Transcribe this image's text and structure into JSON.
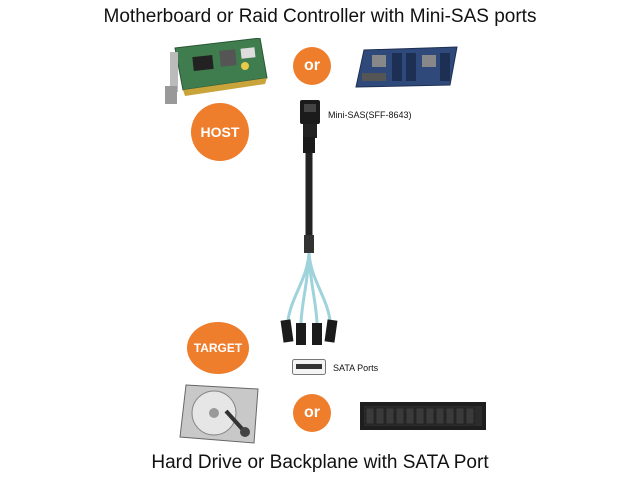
{
  "titles": {
    "top": "Motherboard or Raid Controller with Mini-SAS ports",
    "bottom": "Hard Drive or Backplane with SATA Port"
  },
  "badges": {
    "host": "HOST",
    "target": "TARGET",
    "or_top": "or",
    "or_bottom": "or"
  },
  "labels": {
    "minisas": "Mini-SAS(SFF-8643)",
    "sata": "SATA Ports"
  },
  "colors": {
    "accent_orange": "#ee7d2c",
    "cable_blue": "#9fd3dc",
    "pcb_green": "#3f7d4e"
  },
  "icons": [
    "raid-card-icon",
    "motherboard-icon",
    "minisas-connector-icon",
    "cable-icon",
    "sata-port-icon",
    "hard-drive-icon",
    "backplane-server-icon"
  ]
}
